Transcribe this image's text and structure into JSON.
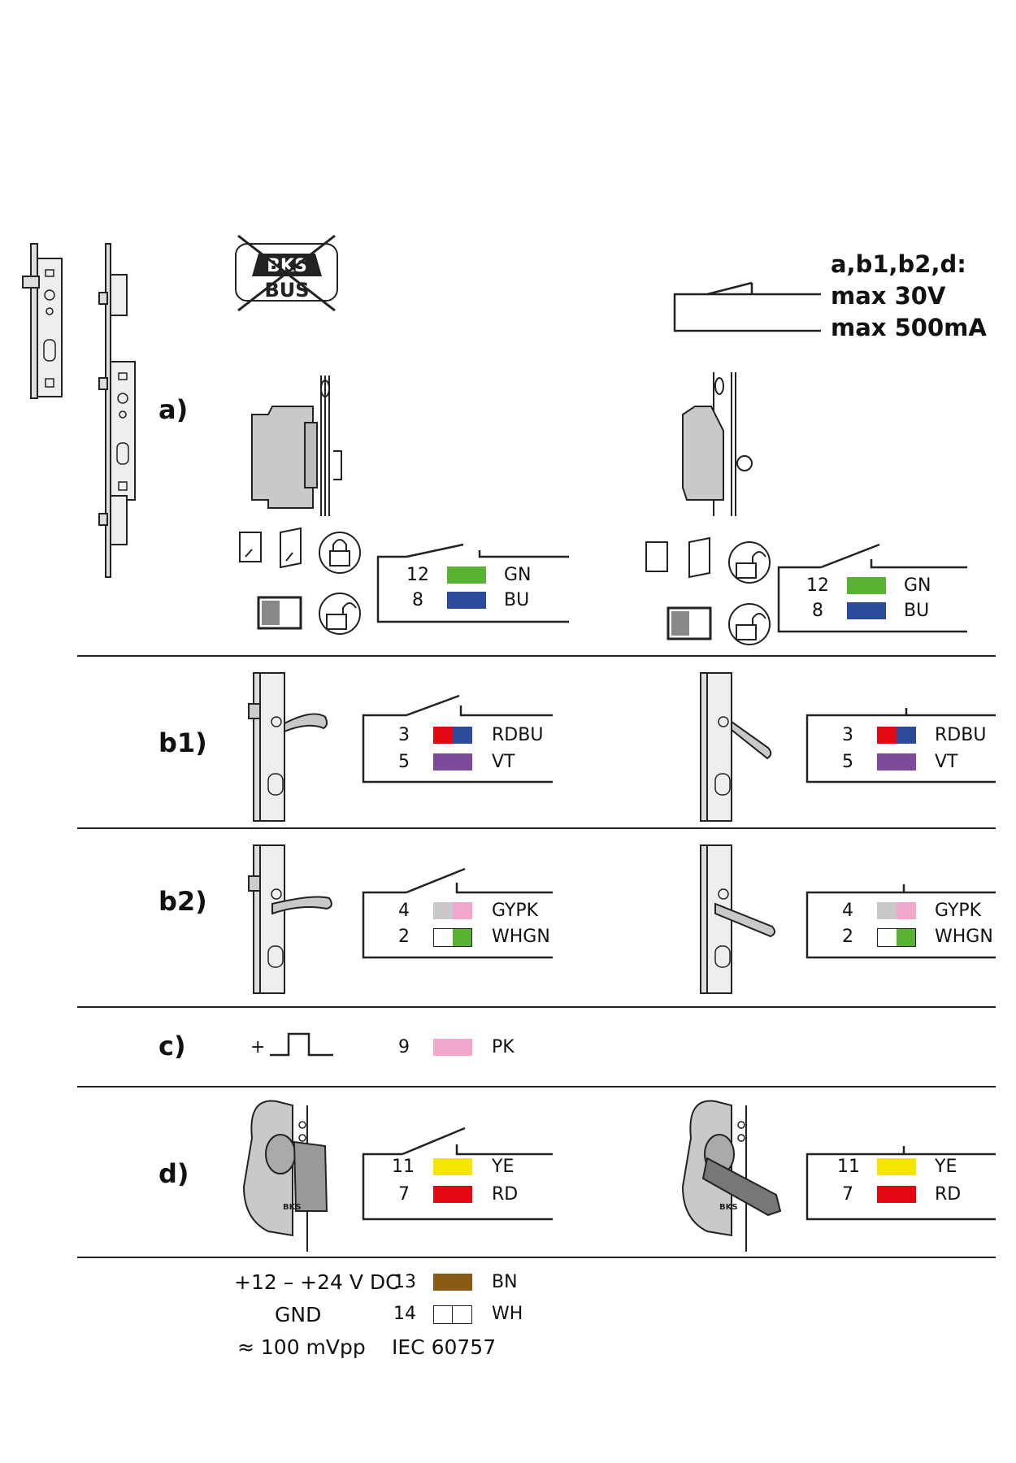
{
  "specs": {
    "title": "a,b1,b2,d:",
    "voltage": "max 30V",
    "current": "max 500mA"
  },
  "colors": {
    "GN": "#5ab232",
    "BU": "#2b4a9c",
    "RD": "#e30613",
    "VT": "#7d4a9c",
    "GY": "#c9c9c9",
    "PK": "#f0a8cc",
    "WH": "#ffffff",
    "YE": "#f5e600",
    "BN": "#8b5a14"
  },
  "sections": {
    "a": {
      "label": "a)",
      "left": {
        "pins": [
          "12",
          "8"
        ],
        "codes": [
          "GN",
          "BU"
        ]
      },
      "right": {
        "pins": [
          "12",
          "8"
        ],
        "codes": [
          "GN",
          "BU"
        ]
      }
    },
    "b1": {
      "label": "b1)",
      "left": {
        "pins": [
          "3",
          "5"
        ],
        "codes": [
          "RDBU",
          "VT"
        ]
      },
      "right": {
        "pins": [
          "3",
          "5"
        ],
        "codes": [
          "RDBU",
          "VT"
        ]
      }
    },
    "b2": {
      "label": "b2)",
      "left": {
        "pins": [
          "4",
          "2"
        ],
        "codes": [
          "GYPK",
          "WHGN"
        ]
      },
      "right": {
        "pins": [
          "4",
          "2"
        ],
        "codes": [
          "GYPK",
          "WHGN"
        ]
      }
    },
    "c": {
      "label": "c)",
      "plus": "+",
      "pin": "9",
      "code": "PK"
    },
    "d": {
      "label": "d)",
      "left": {
        "pins": [
          "11",
          "7"
        ],
        "codes": [
          "YE",
          "RD"
        ]
      },
      "right": {
        "pins": [
          "11",
          "7"
        ],
        "codes": [
          "YE",
          "RD"
        ]
      }
    }
  },
  "power": {
    "supply": "+12 – +24 V DC",
    "gnd": "GND",
    "ripple": "≈ 100 mVpp",
    "pins": [
      "13",
      "14"
    ],
    "codes": [
      "BN",
      "WH"
    ],
    "standard": "IEC 60757"
  },
  "icons": [
    "bks-bus-crossed-logo",
    "lock-closed-icon",
    "lock-open-icon",
    "door-closed-icon",
    "door-open-icon",
    "multipoint-lock-drawing",
    "handle-drawing",
    "cylinder-key-drawing",
    "strike-latch-drawing"
  ]
}
